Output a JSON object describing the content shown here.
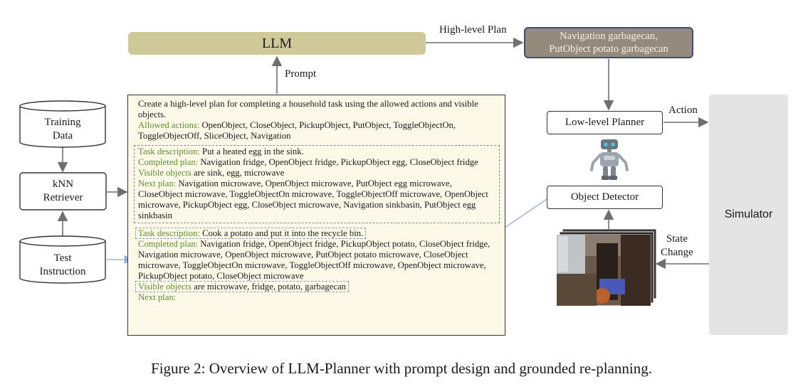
{
  "llm": {
    "label": "LLM"
  },
  "arrows": {
    "high_level_plan": "High-level Plan",
    "prompt": "Prompt",
    "action": "Action",
    "state_change": "State\nChange"
  },
  "plan_box": {
    "text": "Navigation garbagecan,\nPutObject potato garbagecan"
  },
  "low_level_planner": "Low-level Planner",
  "object_detector": "Object Detector",
  "simulator": "Simulator",
  "training_data": "Training\nData",
  "knn_retriever": "kNN\nRetriever",
  "test_instruction": "Test\nInstruction",
  "prompt_panel": {
    "intro": "Create a high-level plan for completing a household task using the allowed actions and visible objects.",
    "allowed_label": "Allowed actions:",
    "allowed_text": " OpenObject, CloseObject, PickupObject, PutObject, ToggleObjectOn, ToggleObjectOff, SliceObject, Navigation",
    "example": {
      "task_label": "Task description:",
      "task_text": " Put a heated egg in the sink.",
      "completed_label": "Completed plan:",
      "completed_text": " Navigation fridge, OpenObject fridge, PickupObject egg, CloseObject fridge",
      "visible_label": "Visible objects",
      "visible_text": " are sink, egg, microwave",
      "next_label": "Next plan:",
      "next_text": " Navigation microwave, OpenObject microwave, PutObject egg microwave, CloseObject microwave, ToggleObjectOn microwave, ToggleObjectOff microwave, OpenObject microwave, PickupObject egg, CloseObject microwave, Navigation sinkbasin, PutObject egg sinkbasin"
    },
    "query": {
      "task_label": "Task description:",
      "task_text": " Cook a potato and put it into the recycle bin.",
      "completed_label": "Completed plan:",
      "completed_text": " Navigation fridge, OpenObject fridge, PickupObject potato, CloseObject fridge, Navigation microwave, OpenObject microwave, PutObject potato microwave, CloseObject microwave, ToggleObjectOn microwave, ToggleObjectOff microwave, OpenObject microwave, PickupObject potato, CloseObject microwave",
      "visible_label": "Visible objects",
      "visible_text": " are microwave, fridge, potato, garbagecan",
      "next_label": "Next plan:"
    }
  },
  "caption": "Figure 2: Overview of LLM-Planner with prompt design and grounded re-planning.",
  "colors": {
    "llm_fill": "#cfc99a",
    "plan_fill": "#958b7d",
    "plan_border": "#3b4f79",
    "highlight_green": "#5b8f2e",
    "prompt_fill": "#fcf9e9",
    "simulator_fill": "#e4e4e4",
    "feedback_arrow": "#9aaedb"
  }
}
